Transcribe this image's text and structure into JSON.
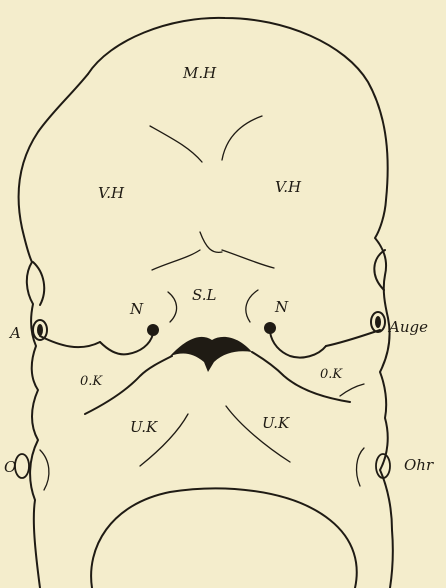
{
  "labels": {
    "mh": "M.H",
    "vh_left": "V.H",
    "vh_right": "V.H",
    "sl": "S.L",
    "n_left": "N",
    "n_right": "N",
    "a": "A",
    "auge": "Auge",
    "ok_left": "0.K",
    "ok_right": "0.K",
    "uk_left": "U.K",
    "uk_right": "U.K",
    "o_left": "O",
    "ohr": "Ohr"
  },
  "colors": {
    "paper": "#f4edcc",
    "ink": "#1f1b14"
  }
}
